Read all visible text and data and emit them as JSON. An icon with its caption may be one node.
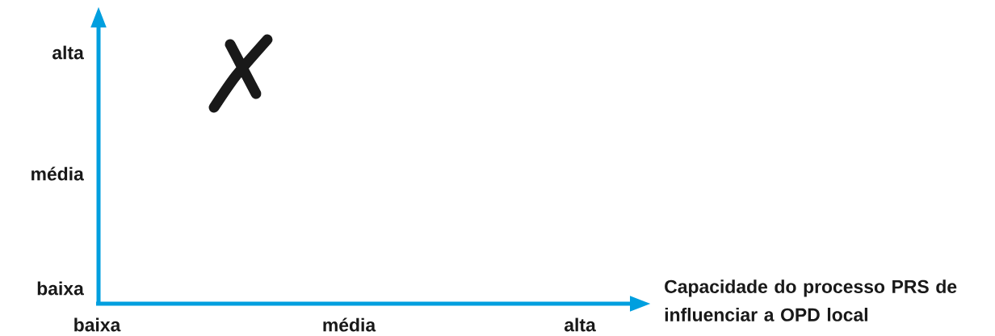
{
  "diagram": {
    "labels": [
      "alta",
      "média",
      "baixa",
      "Capacidade do processo PRS de influenciar a OPD local",
      "baixa",
      "média",
      "alta"
    ]
  }
}
